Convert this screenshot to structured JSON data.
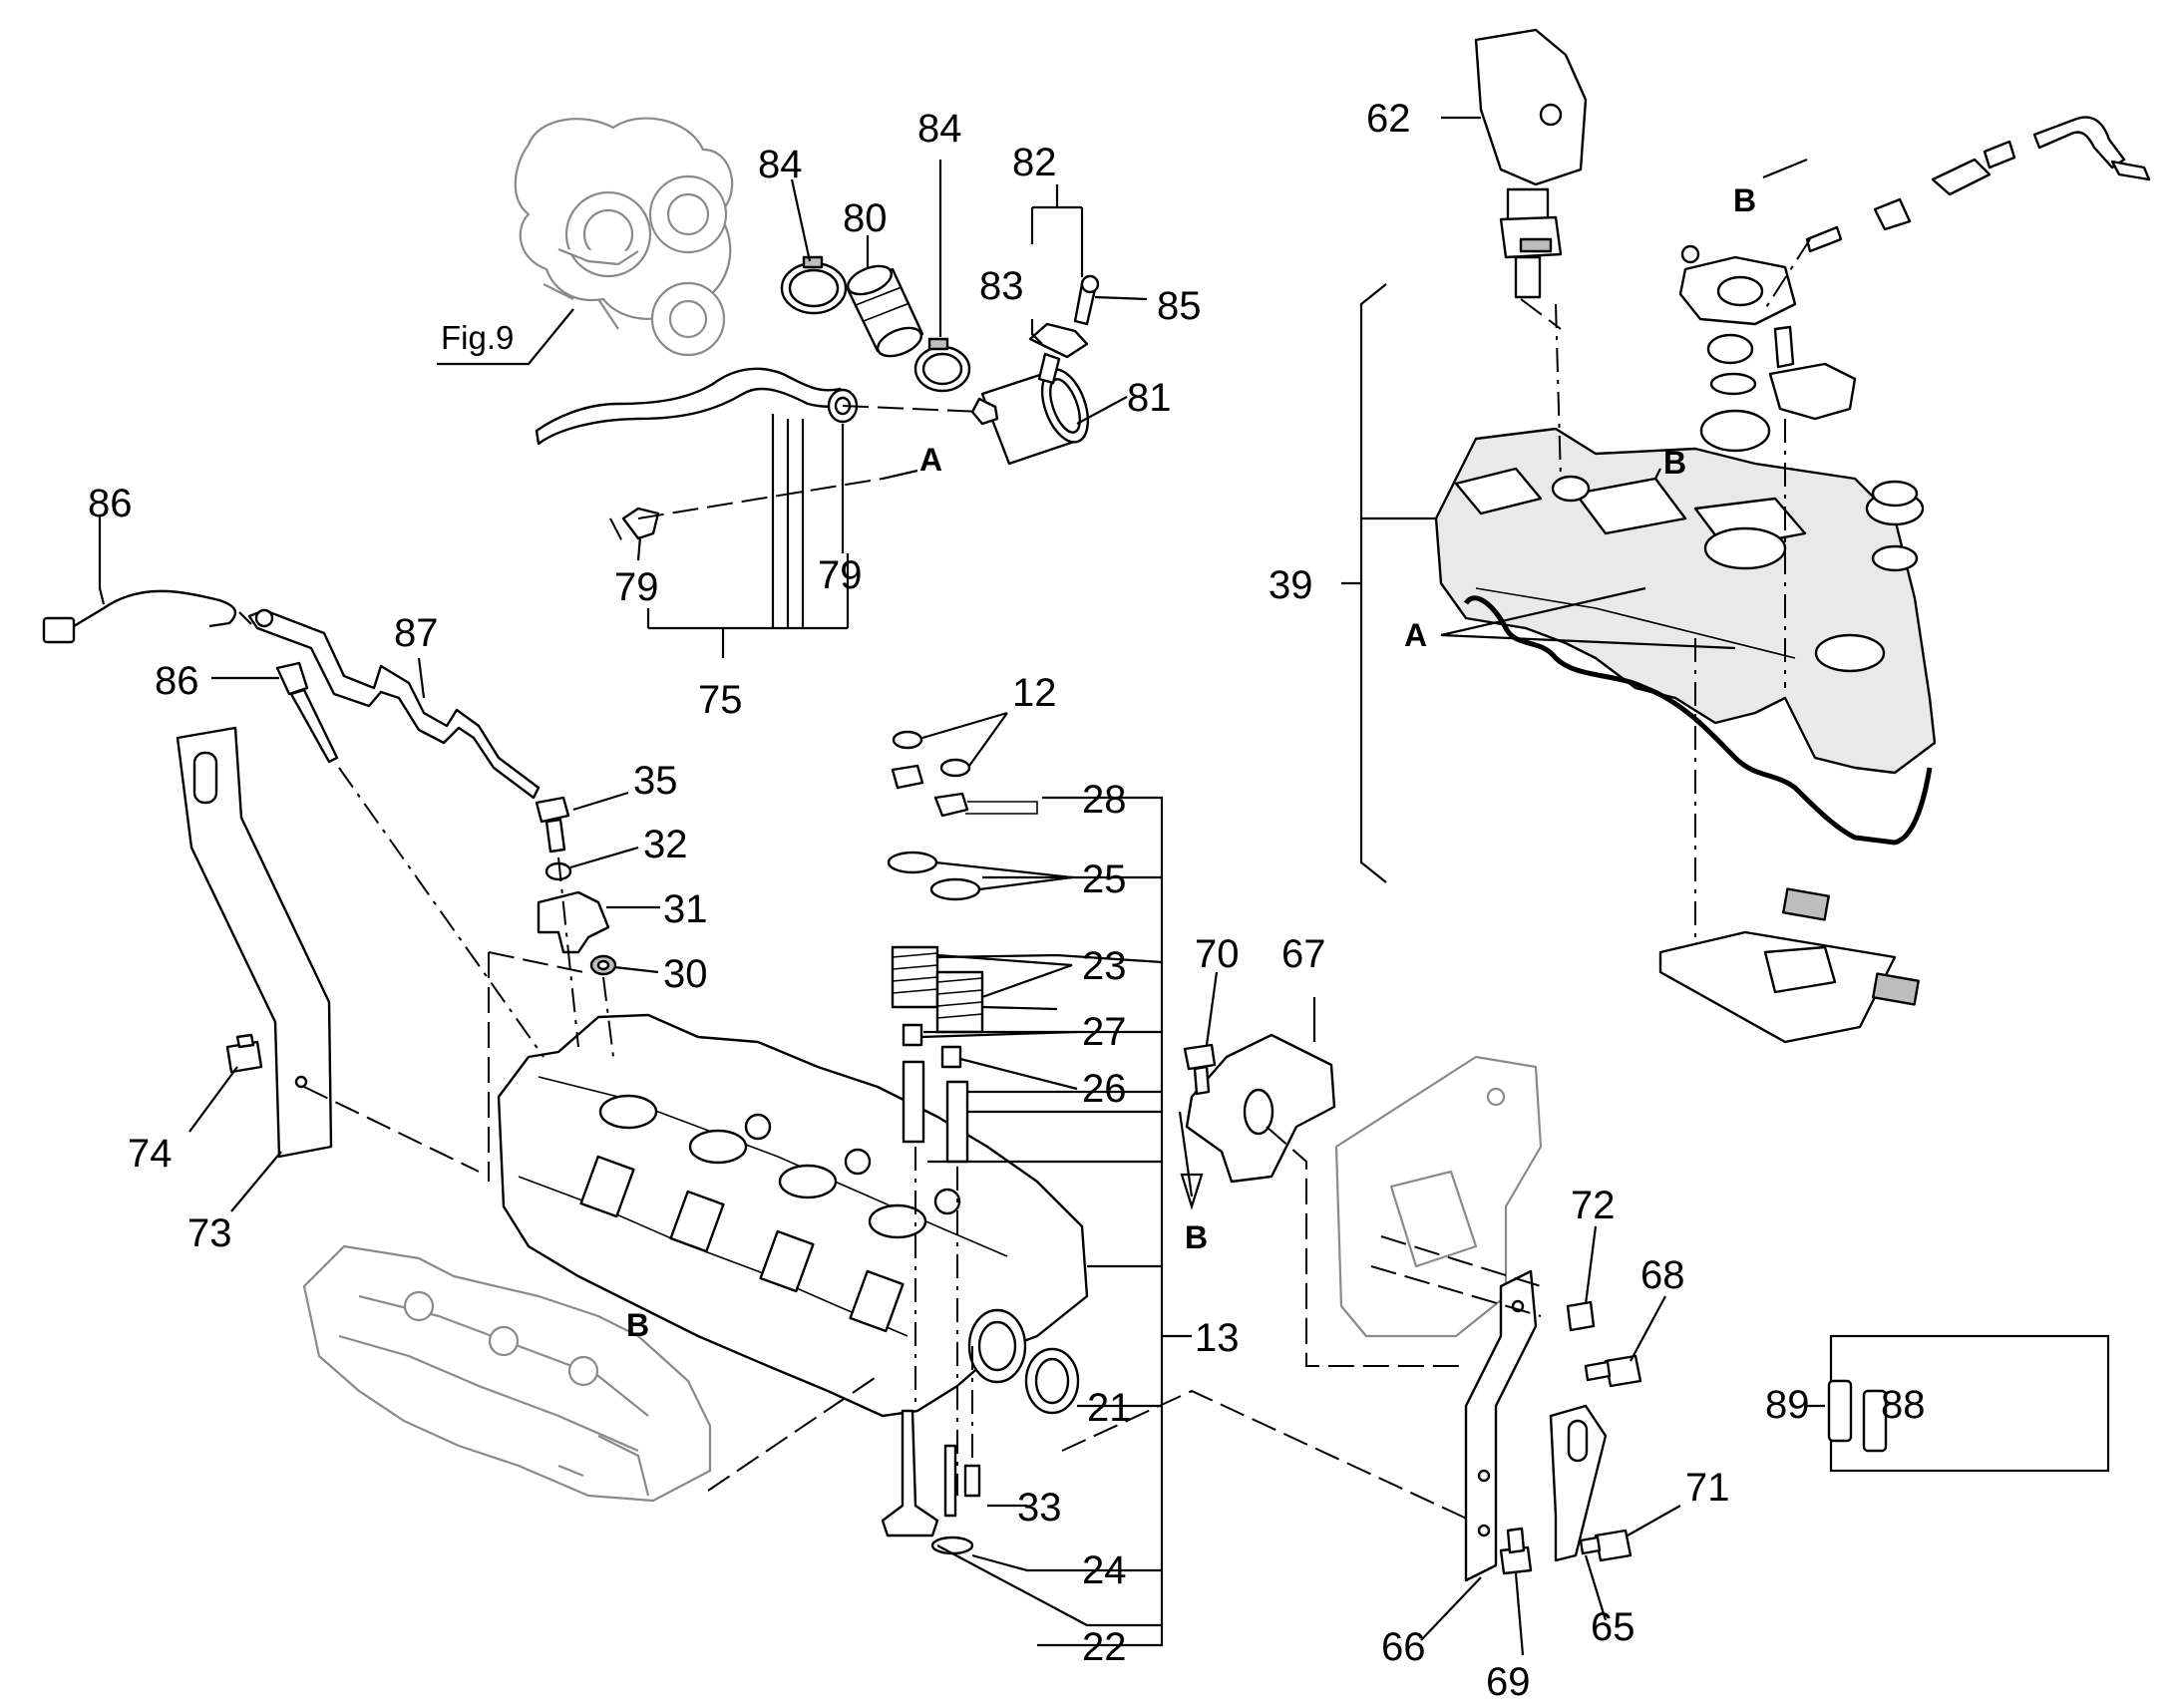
{
  "diagram": {
    "part_numbers": {
      "p12": "12",
      "p13": "13",
      "p21": "21",
      "p22": "22",
      "p23": "23",
      "p24": "24",
      "p25": "25",
      "p26": "26",
      "p27": "27",
      "p28": "28",
      "p30": "30",
      "p31": "31",
      "p32": "32",
      "p33": "33",
      "p35": "35",
      "p39": "39",
      "p62": "62",
      "p65": "65",
      "p66": "66",
      "p67": "67",
      "p68": "68",
      "p69": "69",
      "p70": "70",
      "p71": "71",
      "p72": "72",
      "p73": "73",
      "p74": "74",
      "p75": "75",
      "p79a": "79",
      "p79b": "79",
      "p80": "80",
      "p81": "81",
      "p82": "82",
      "p83": "83",
      "p84a": "84",
      "p84b": "84",
      "p85": "85",
      "p86a": "86",
      "p86b": "86",
      "p87": "87",
      "p88": "88",
      "p89": "89"
    },
    "reference_markers": {
      "a_hose": "A",
      "a_cover": "B",
      "a_cover_left": "A",
      "b_top": "B",
      "b_bracket": "B",
      "b_manifold": "B"
    },
    "figure_reference": "Fig.9"
  }
}
